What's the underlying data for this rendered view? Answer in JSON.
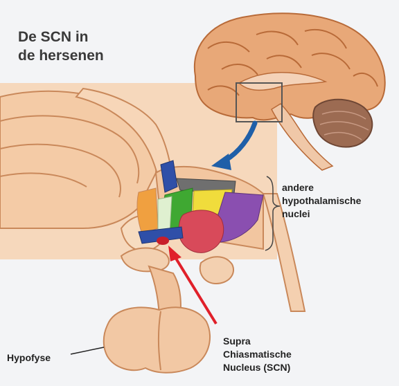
{
  "title": {
    "line1": "De SCN in",
    "line2": "de hersenen"
  },
  "labels": {
    "other_nuclei": [
      "andere",
      "hypothalamische",
      "nuclei"
    ],
    "hypophysis": "Hypofyse",
    "scn": [
      "Supra",
      "Chiasmatische",
      "Nucleus (SCN)"
    ]
  },
  "colors": {
    "background": "#f3f4f6",
    "tissue": "#f2c6a0",
    "tissue_outline": "#c9885a",
    "brain_cortex": "#d98d52",
    "cerebellum": "#9c6b52",
    "scn_arrow": "#e0202a",
    "pointer_arrow": "#1f5fa8",
    "nucleus_blue": "#2f4fa8",
    "nucleus_green": "#3fa832",
    "nucleus_yellow": "#f0dc3c",
    "nucleus_purple": "#8a4fb0",
    "nucleus_red": "#d84a5a",
    "nucleus_gray": "#6f6f6f",
    "nucleus_orange": "#f0a040"
  }
}
